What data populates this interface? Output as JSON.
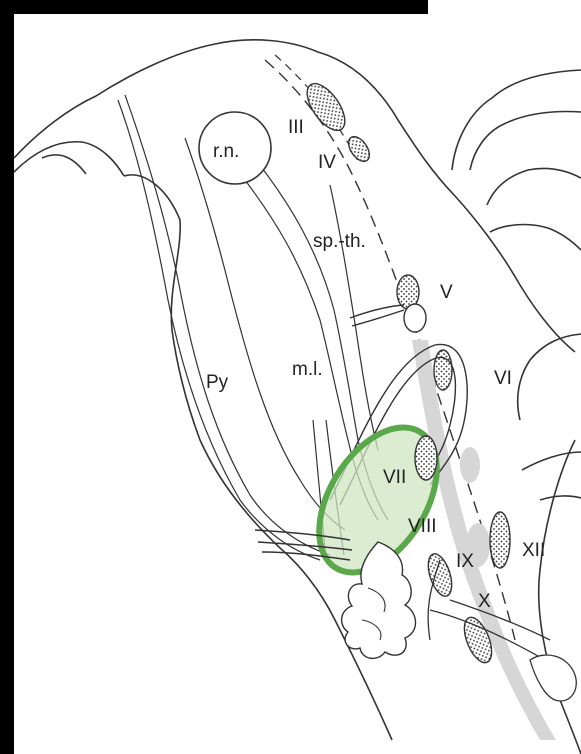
{
  "labels": {
    "III": "III",
    "IV": "IV",
    "V": "V",
    "VI": "VI",
    "VII": "VII",
    "VIII": "VIII",
    "IX": "IX",
    "X": "X",
    "XII": "XII",
    "rn": "r.n.",
    "spth": "sp.-th.",
    "ml": "m.l.",
    "py": "Py"
  },
  "colors": {
    "line": "#333333",
    "highlight_stroke": "#5aa84a",
    "highlight_fill": "#cfe6c2",
    "tract_gray": "#d6d6d6",
    "frame": "#000000"
  }
}
